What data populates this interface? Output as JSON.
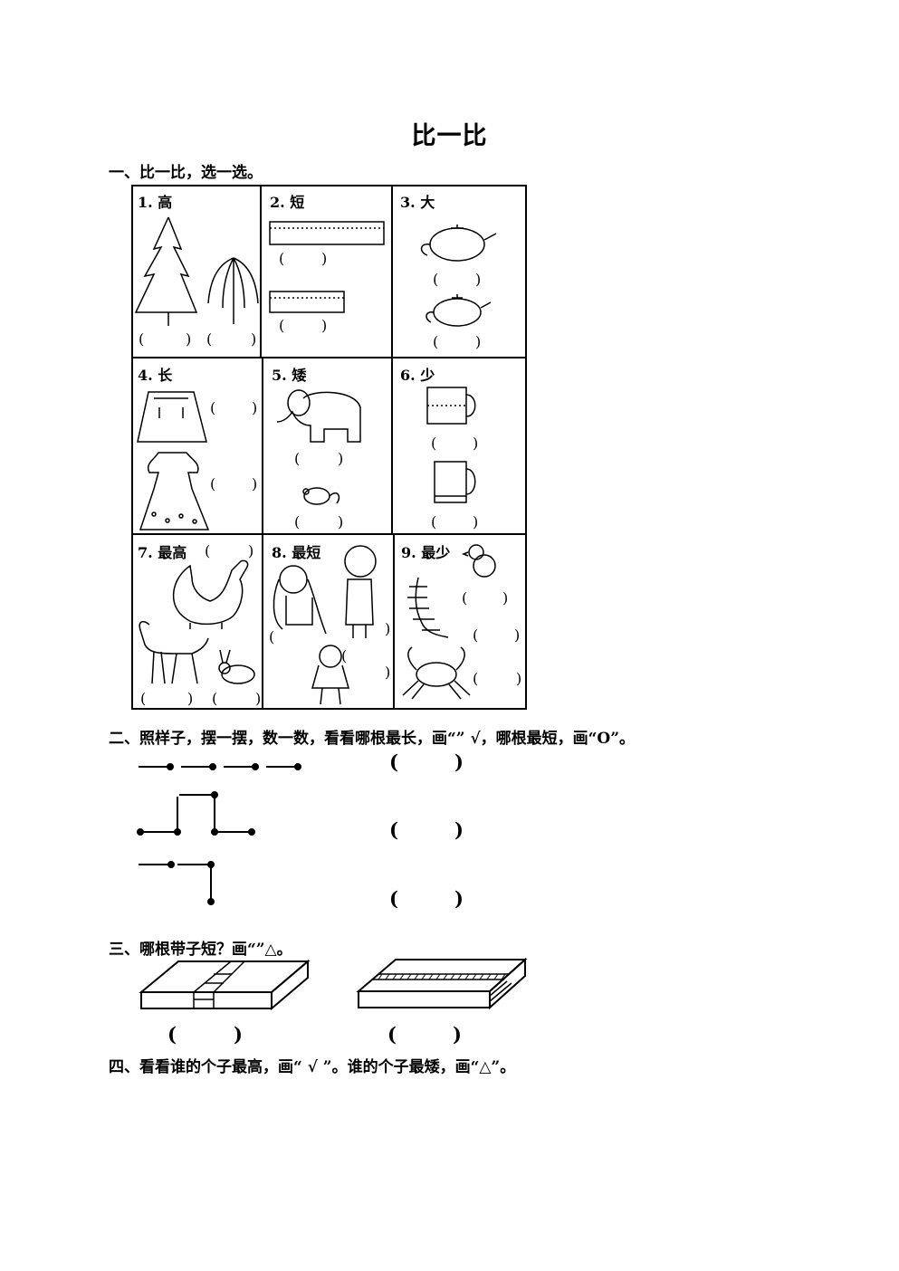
{
  "title": "比一比",
  "section1": {
    "heading": "一、比一比，选一选。",
    "cells": [
      {
        "label": "1. 高",
        "blanks": [
          "(",
          ")",
          "(",
          ")"
        ]
      },
      {
        "label": "2. 短",
        "blanks": [
          "(",
          ")",
          "(",
          ")"
        ]
      },
      {
        "label": "3. 大",
        "blanks": [
          "(",
          ")",
          "(",
          ")"
        ]
      },
      {
        "label": "4. 长",
        "blanks": [
          "(",
          ")",
          "(",
          ")"
        ]
      },
      {
        "label": "5. 矮",
        "blanks": [
          "(",
          ")",
          "(",
          ")"
        ]
      },
      {
        "label": "6. 少",
        "blanks": [
          "(",
          ")",
          "(",
          ")"
        ]
      },
      {
        "label": "7. 最高",
        "blanks": [
          "(",
          ")",
          "(",
          ")",
          "(",
          ")"
        ]
      },
      {
        "label": "8. 最短",
        "blanks": [
          "(",
          ")",
          "(",
          ")"
        ]
      },
      {
        "label": "9. 最少",
        "blanks": [
          "(",
          ")",
          "(",
          ")",
          "(",
          ")"
        ]
      }
    ],
    "icons": [
      "tree-icon",
      "willow-icon",
      "ruler-icon",
      "teapot-icon",
      "pants-icon",
      "dress-icon",
      "elephant-icon",
      "mouse-icon",
      "cup-icon",
      "dinosaur-icon",
      "horse-icon",
      "rabbit-icon",
      "girl-icon",
      "boy-icon",
      "chick-icon",
      "centipede-icon",
      "crab-icon"
    ]
  },
  "section2": {
    "heading": "二、照样子，摆一摆，数一数，看看哪根最长，画“” √，哪根最短，画“O”。",
    "blanks": [
      "(",
      ")"
    ]
  },
  "section3": {
    "heading": "三、哪根带子短？画“”△。",
    "blanks": [
      "(",
      ")"
    ]
  },
  "section4": {
    "heading": "四、看看谁的个子最高，画“ √ ”。谁的个子最矮，画“△”。"
  }
}
